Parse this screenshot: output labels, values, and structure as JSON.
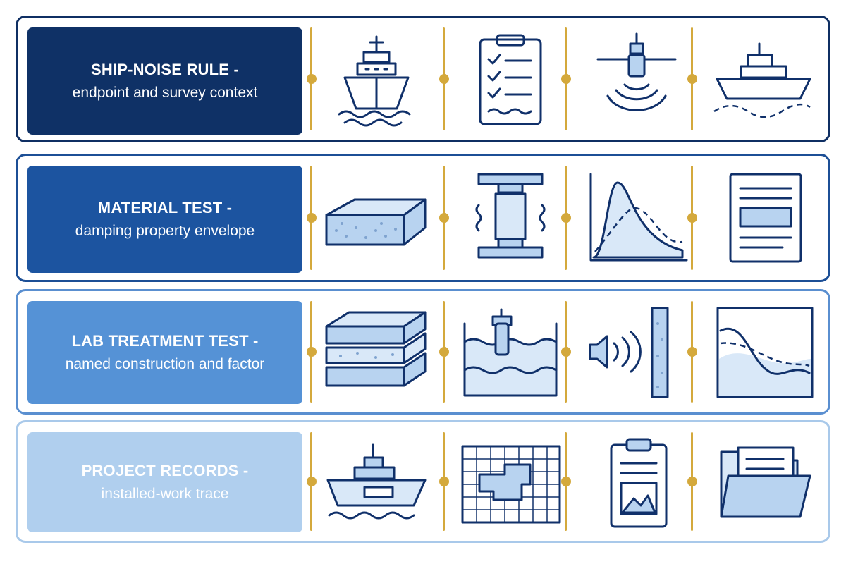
{
  "rows": [
    {
      "title": "SHIP-NOISE RULE -",
      "subtitle": "endpoint and survey context",
      "icons": [
        "ship-bow-icon",
        "checklist-clipboard-icon",
        "underwater-sensor-icon",
        "vessel-wake-icon"
      ]
    },
    {
      "title": "MATERIAL TEST -",
      "subtitle": "damping property envelope",
      "icons": [
        "damping-slab-icon",
        "compression-test-rig-icon",
        "damping-curve-chart-icon",
        "test-report-document-icon"
      ]
    },
    {
      "title": "LAB TREATMENT TEST -",
      "subtitle": "named construction and factor",
      "icons": [
        "layered-construction-icon",
        "water-tank-sensor-icon",
        "sound-transmission-panel-icon",
        "attenuation-curve-chart-icon"
      ]
    },
    {
      "title": "PROJECT RECORDS -",
      "subtitle": "installed-work trace",
      "icons": [
        "ship-record-icon",
        "deck-plan-grid-icon",
        "photo-clipboard-icon",
        "records-folder-icon"
      ]
    }
  ],
  "colors": {
    "gold": "#d4a93c",
    "navy": "#0f3166",
    "blue": "#1c54a0",
    "mid_blue": "#5592d6",
    "light_blue": "#b0cfee"
  }
}
